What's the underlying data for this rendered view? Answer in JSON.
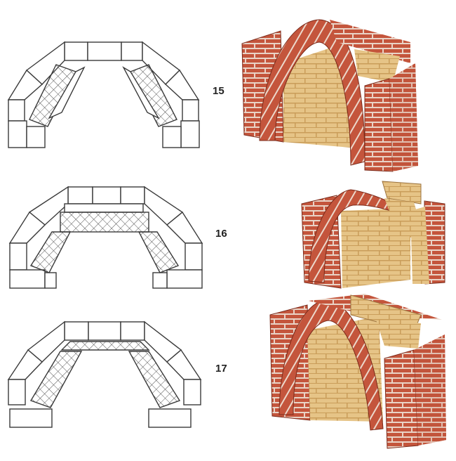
{
  "steps": [
    {
      "number": "15"
    },
    {
      "number": "16"
    },
    {
      "number": "17"
    }
  ],
  "colors": {
    "outline": "#3a3a3a",
    "hatch": "#555555",
    "brick_red": "#c4553c",
    "brick_mortar": "#e9d3c6",
    "fire_brick": "#e6c487",
    "fire_brick_dark": "#c99d5a"
  }
}
